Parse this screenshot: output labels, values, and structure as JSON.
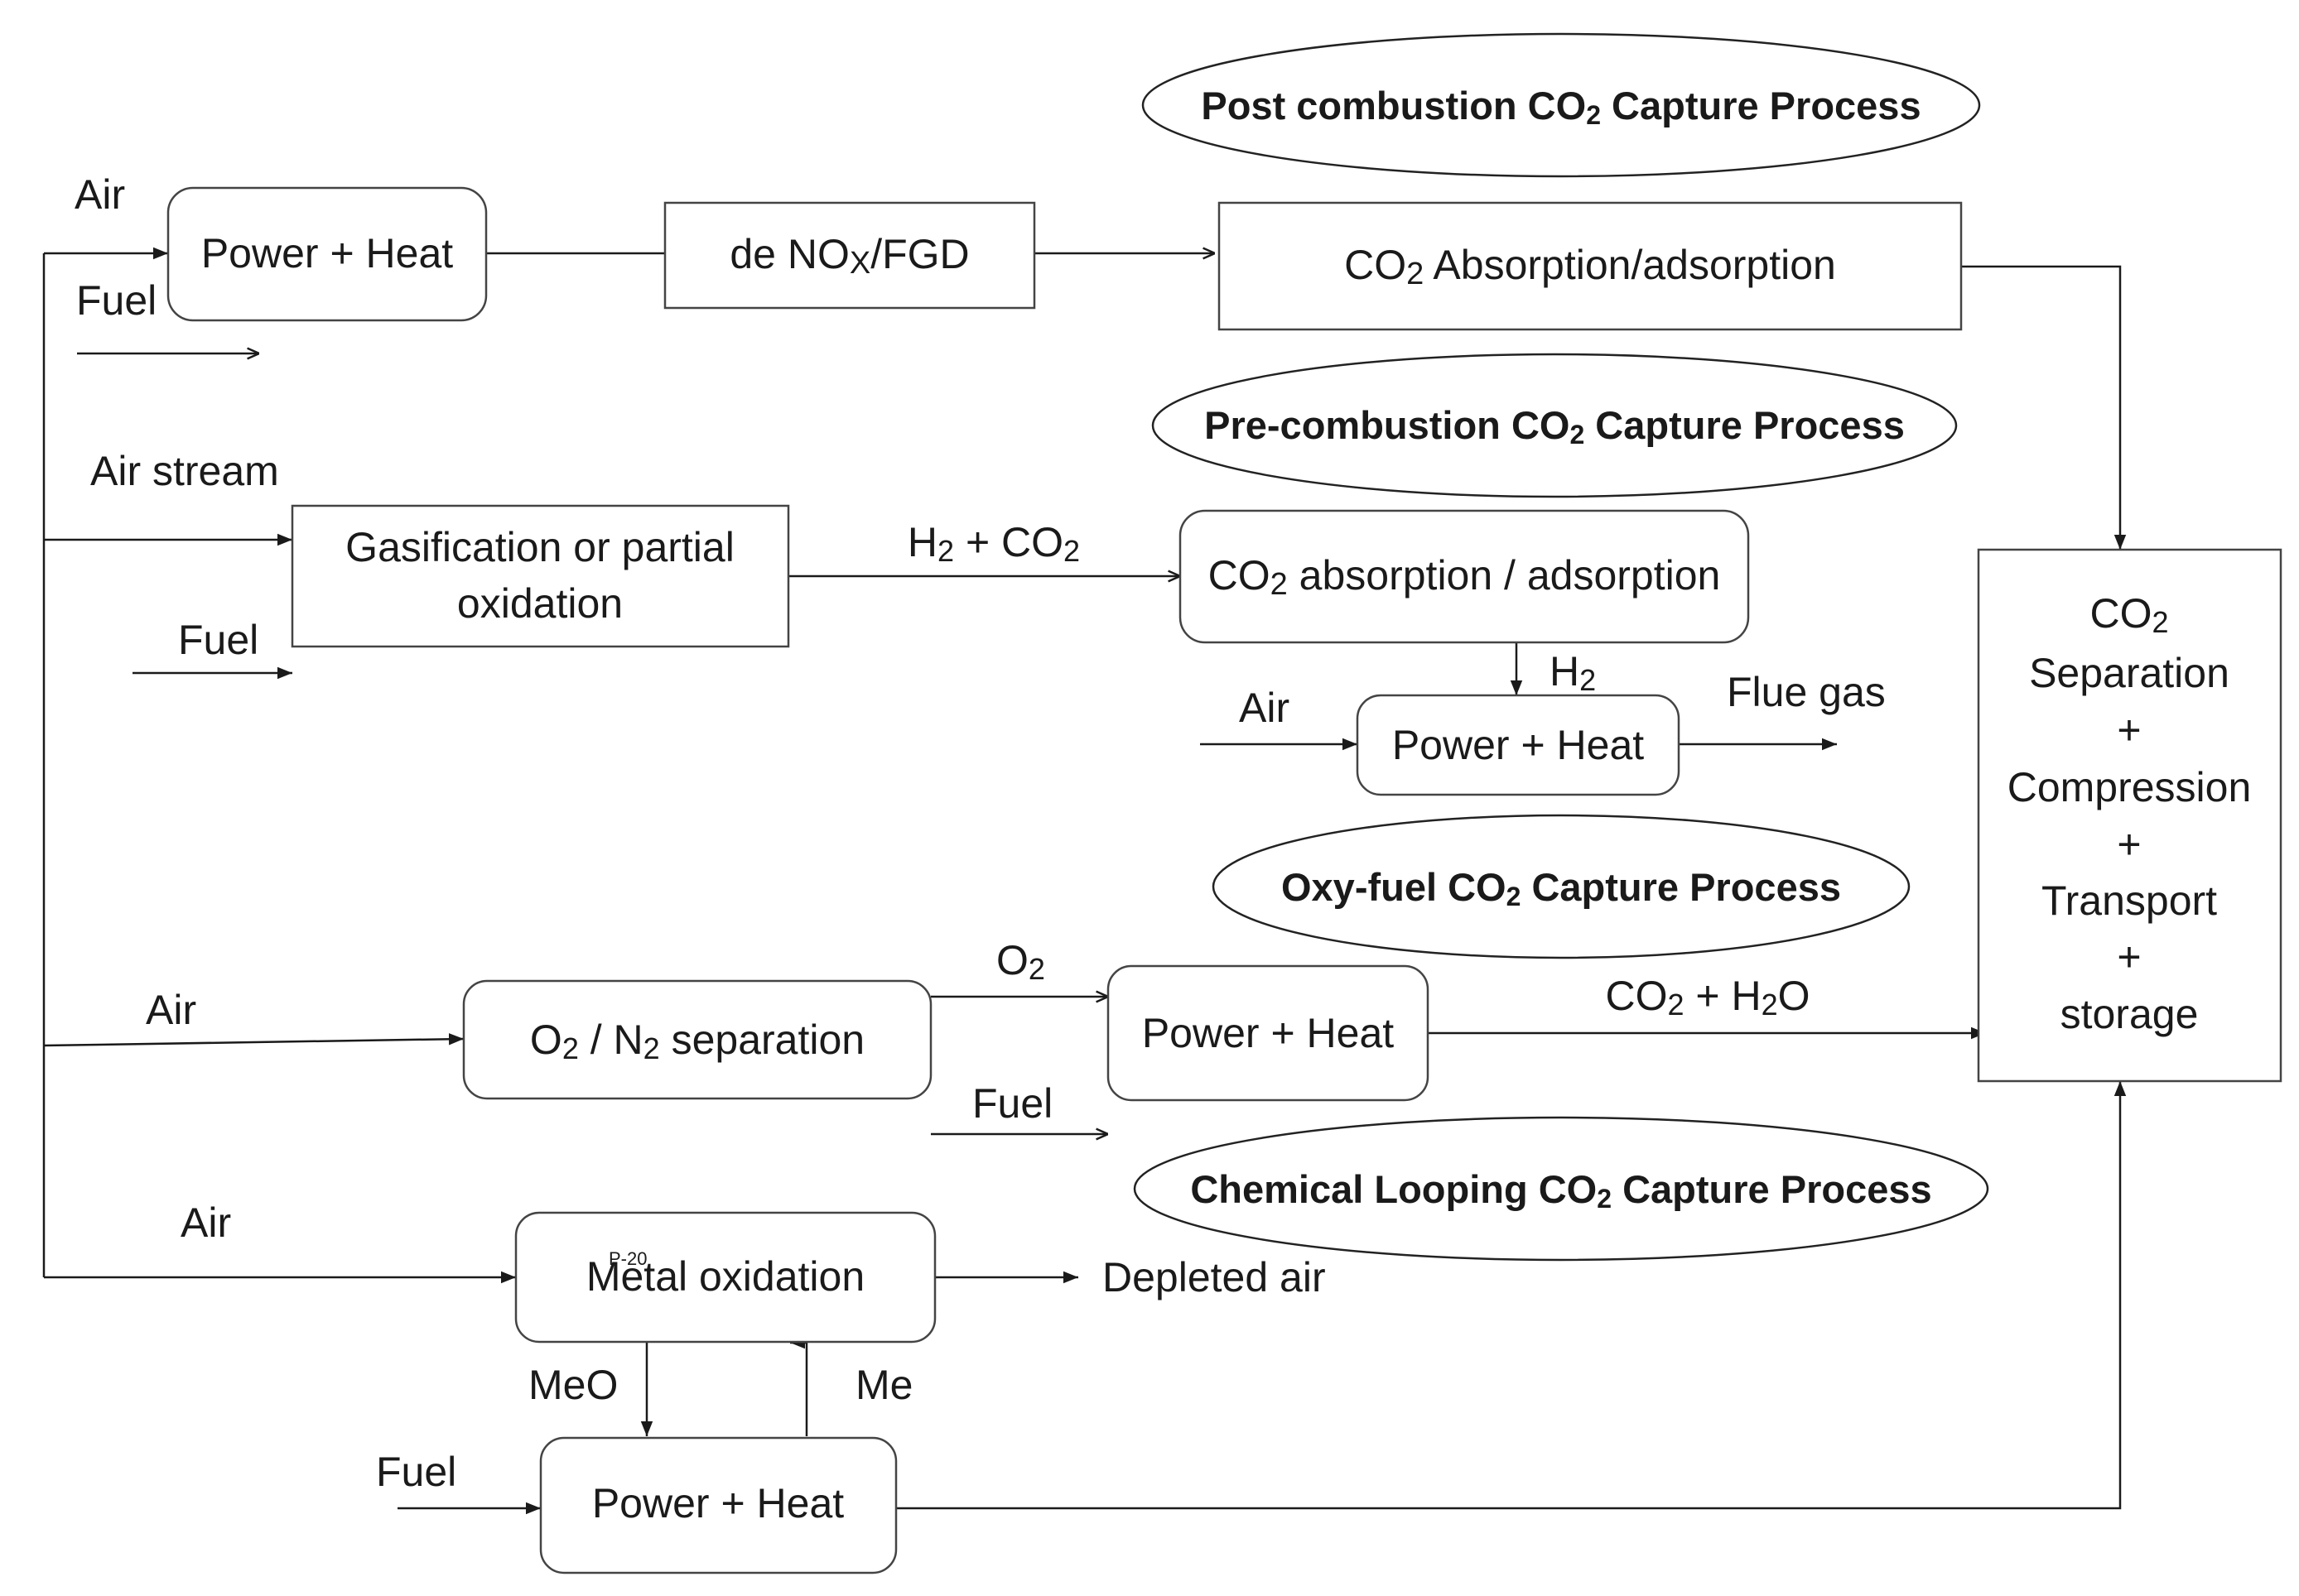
{
  "colors": {
    "line": "#1a1a1a",
    "box_border": "#444444",
    "text": "#1a1a1a",
    "background": "#ffffff"
  },
  "processes": {
    "post_combustion": {
      "title": [
        "Post combustion CO",
        "2",
        " Capture Process"
      ],
      "air": "Air",
      "fuel": "Fuel",
      "power_heat": "Power + Heat",
      "denox": [
        "de NO",
        "X",
        "/FGD"
      ],
      "co2_absorption": [
        "CO",
        "2",
        " Absorption/adsorption"
      ]
    },
    "pre_combustion": {
      "title": [
        "Pre-combustion CO",
        "2",
        " Capture Process"
      ],
      "air_stream": "Air stream",
      "fuel": "Fuel",
      "gasification": [
        "Gasification or partial",
        "oxidation"
      ],
      "h2_co2": [
        "H",
        "2",
        " + CO",
        "2"
      ],
      "co2_absorption": [
        "CO",
        "2",
        " absorption / adsorption"
      ],
      "h2": [
        "H",
        "2"
      ],
      "air": "Air",
      "power_heat": "Power + Heat",
      "flue_gas": "Flue gas"
    },
    "oxy_fuel": {
      "title": [
        "Oxy-fuel CO",
        "2",
        " Capture Process"
      ],
      "air": "Air",
      "separation": [
        "O",
        "2",
        " / N",
        "2",
        " separation"
      ],
      "o2": [
        "O",
        "2"
      ],
      "fuel": "Fuel",
      "power_heat": "Power + Heat",
      "co2_h2o": [
        "CO",
        "2",
        " + H",
        "2",
        "O"
      ]
    },
    "chemical_looping": {
      "title": [
        "Chemical Looping CO",
        "2",
        " Capture Process"
      ],
      "air": "Air",
      "metal_oxidation": "Metal oxidation",
      "tag": "P-20",
      "depleted_air": "Depleted air",
      "meo": "MeO",
      "me": "Me",
      "fuel": "Fuel",
      "power_heat": "Power + Heat"
    }
  },
  "storage": {
    "co2": [
      "CO",
      "2"
    ],
    "lines": [
      "Separation",
      "+",
      "Compression",
      "+",
      "Transport",
      "+",
      "storage"
    ]
  }
}
